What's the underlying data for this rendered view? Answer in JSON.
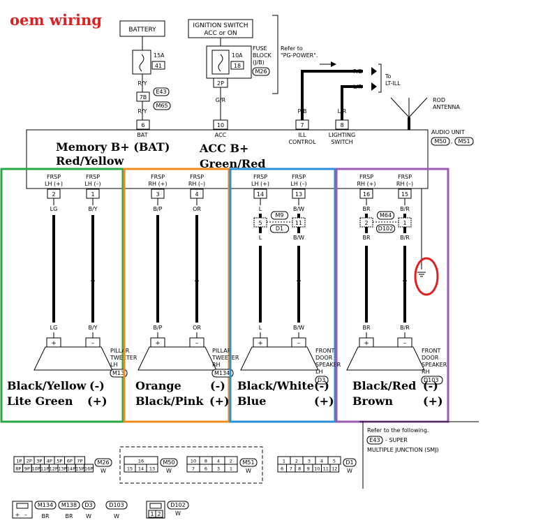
{
  "title": "oem wiring",
  "top": {
    "battery": "BATTERY",
    "ignition": [
      "IGNITION SWITCH",
      "ACC or ON"
    ],
    "fuse15": [
      "15A",
      "41"
    ],
    "fuse10": [
      "10A",
      "18"
    ],
    "fuseblock": [
      "FUSE",
      "BLOCK",
      "(J/B)",
      "M26"
    ],
    "refer_to": [
      "Refer to",
      "\"PG-POWER\"."
    ],
    "ry1": "R/Y",
    "e43": "E43",
    "c7b": "7B",
    "m65": "M65",
    "ry2": "R/Y",
    "c2p": "2P",
    "gr": "G/R",
    "pb_arrow": "P/B",
    "lr_arrow": "L/R",
    "to": "To",
    "ltill": "LT-ILL",
    "rod_antenna": [
      "ROD",
      "ANTENNA"
    ],
    "pb": "P/B",
    "lr": "L/R"
  },
  "unit": {
    "label": "AUDIO UNIT",
    "conns": [
      "M50",
      "M51"
    ],
    "pins": [
      {
        "num": "6",
        "label": [
          "BAT"
        ]
      },
      {
        "num": "10",
        "label": [
          "ACC"
        ]
      },
      {
        "num": "7",
        "label": [
          "ILL",
          "CONTROL"
        ]
      },
      {
        "num": "8",
        "label": [
          "LIGHTING",
          "SWITCH"
        ]
      }
    ]
  },
  "notes": {
    "mem": [
      "Memory B+ (BAT)",
      "Red/Yellow"
    ],
    "acc": [
      "ACC B+",
      "Green/Red"
    ]
  },
  "channels": [
    {
      "frsp_l": [
        "FRSP",
        "LH (+)"
      ],
      "pin_l": "2",
      "frsp_r": [
        "FRSP",
        "LH (–)"
      ],
      "pin_r": "1",
      "wl": "LG",
      "wr": "B/Y",
      "name": [
        "PILLAR",
        "TWEETER",
        "LH"
      ],
      "conn": "M13",
      "cap": [
        "Black/Yellow",
        "Lite Green"
      ],
      "sign": [
        "(-)",
        "(+)"
      ]
    },
    {
      "frsp_l": [
        "FRSP",
        "RH (+)"
      ],
      "pin_l": "3",
      "frsp_r": [
        "FRSP",
        "RH (–)"
      ],
      "pin_r": "4",
      "wl": "B/P",
      "wr": "OR",
      "name": [
        "PILLAR",
        "TWEETER",
        "RH"
      ],
      "conn": "M134",
      "cap": [
        "Orange",
        "Black/Pink"
      ],
      "sign": [
        "(-)",
        "(+)"
      ]
    },
    {
      "frsp_l": [
        "FRSP",
        "LH (+)"
      ],
      "pin_l": "14",
      "frsp_r": [
        "FRSP",
        "LH (–)"
      ],
      "pin_r": "13",
      "wl": "L",
      "wr": "B/W",
      "mid": {
        "c": "M9",
        "p1": "5",
        "p2": "11",
        "d": "D1"
      },
      "name": [
        "FRONT",
        "DOOR",
        "SPEAKER",
        "LH"
      ],
      "conn": "D3",
      "cap": [
        "Black/White",
        "Blue"
      ],
      "sign": [
        "(-)",
        "(+)"
      ]
    },
    {
      "frsp_l": [
        "FRSP",
        "RH (+)"
      ],
      "pin_l": "16",
      "frsp_r": [
        "FRSP",
        "RH (–)"
      ],
      "pin_r": "15",
      "wl": "BR",
      "wr": "B/R",
      "mid": {
        "c": "M64",
        "p1": "2",
        "p2": "1",
        "d": "D102"
      },
      "name": [
        "FRONT",
        "DOOR",
        "SPEAKER",
        "RH"
      ],
      "conn": "D103",
      "cap": [
        "Black/Red",
        "Brown"
      ],
      "sign": [
        "(-)",
        "(+)"
      ]
    }
  ],
  "legend": {
    "refer": "Refer to the following.",
    "e43": "E43",
    "desc": [
      "- SUPER",
      "MULTIPLE JUNCTION (SMJ)"
    ]
  },
  "connectors": {
    "m26": {
      "id": "M26",
      "color": "W",
      "row1": [
        "1P",
        "2P",
        "3P",
        "4P",
        "5P",
        "6P",
        "7P"
      ],
      "row2": [
        "8P",
        "9P",
        "10P",
        "11P",
        "12P",
        "13P",
        "14P",
        "15P",
        "16P"
      ]
    },
    "m50": {
      "id": "M50",
      "color": "W",
      "row1": [
        "16"
      ],
      "row2": [
        "15",
        "14",
        "13"
      ]
    },
    "m51": {
      "id": "M51",
      "color": "W",
      "row1": [
        "10",
        "8",
        "4",
        "2"
      ],
      "row2": [
        "7",
        "6",
        "3",
        "1"
      ]
    },
    "d1": {
      "id": "D1",
      "color": "W",
      "row1": [
        "1",
        "2",
        "3",
        "4",
        "5"
      ],
      "row2": [
        "6",
        "7",
        "8",
        "9",
        "10",
        "11",
        "12"
      ]
    },
    "small": [
      {
        "id": "M134",
        "color": "BR"
      },
      {
        "id": "M138",
        "color": "BR"
      },
      {
        "id": "D3",
        "color": "W"
      },
      {
        "id": "D103",
        "color": "W"
      }
    ],
    "small_pins": [
      "+",
      "–"
    ],
    "d102": {
      "id": "D102",
      "color": "W",
      "pins": [
        "1",
        "2"
      ]
    }
  },
  "colors": {
    "green": "#28a745",
    "orange": "#f08c1e",
    "blue": "#2a8fd6",
    "purple": "#9b59b6",
    "red": "#e02020"
  }
}
